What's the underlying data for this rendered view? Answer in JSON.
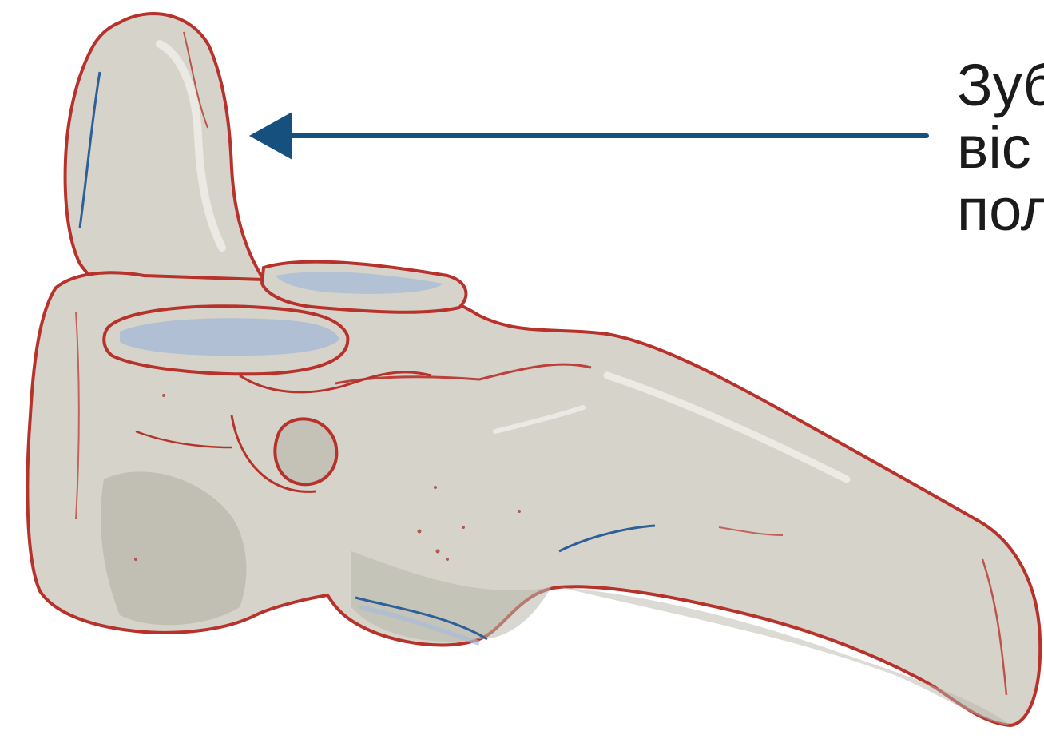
{
  "label": {
    "lines": [
      "Зуб",
      "віс",
      "пол"
    ]
  },
  "colors": {
    "bone_fill": "#d6d4ca",
    "bone_shadow": "#b8b6ab",
    "bone_highlight": "#efeee8",
    "outline": "#b8322c",
    "cartilage": "#a9bbd6",
    "vessel": "#2f5f9a",
    "arrow": "#15507e",
    "text": "#1b1b1b"
  },
  "icons": {
    "pointer": "arrow-left-icon"
  }
}
